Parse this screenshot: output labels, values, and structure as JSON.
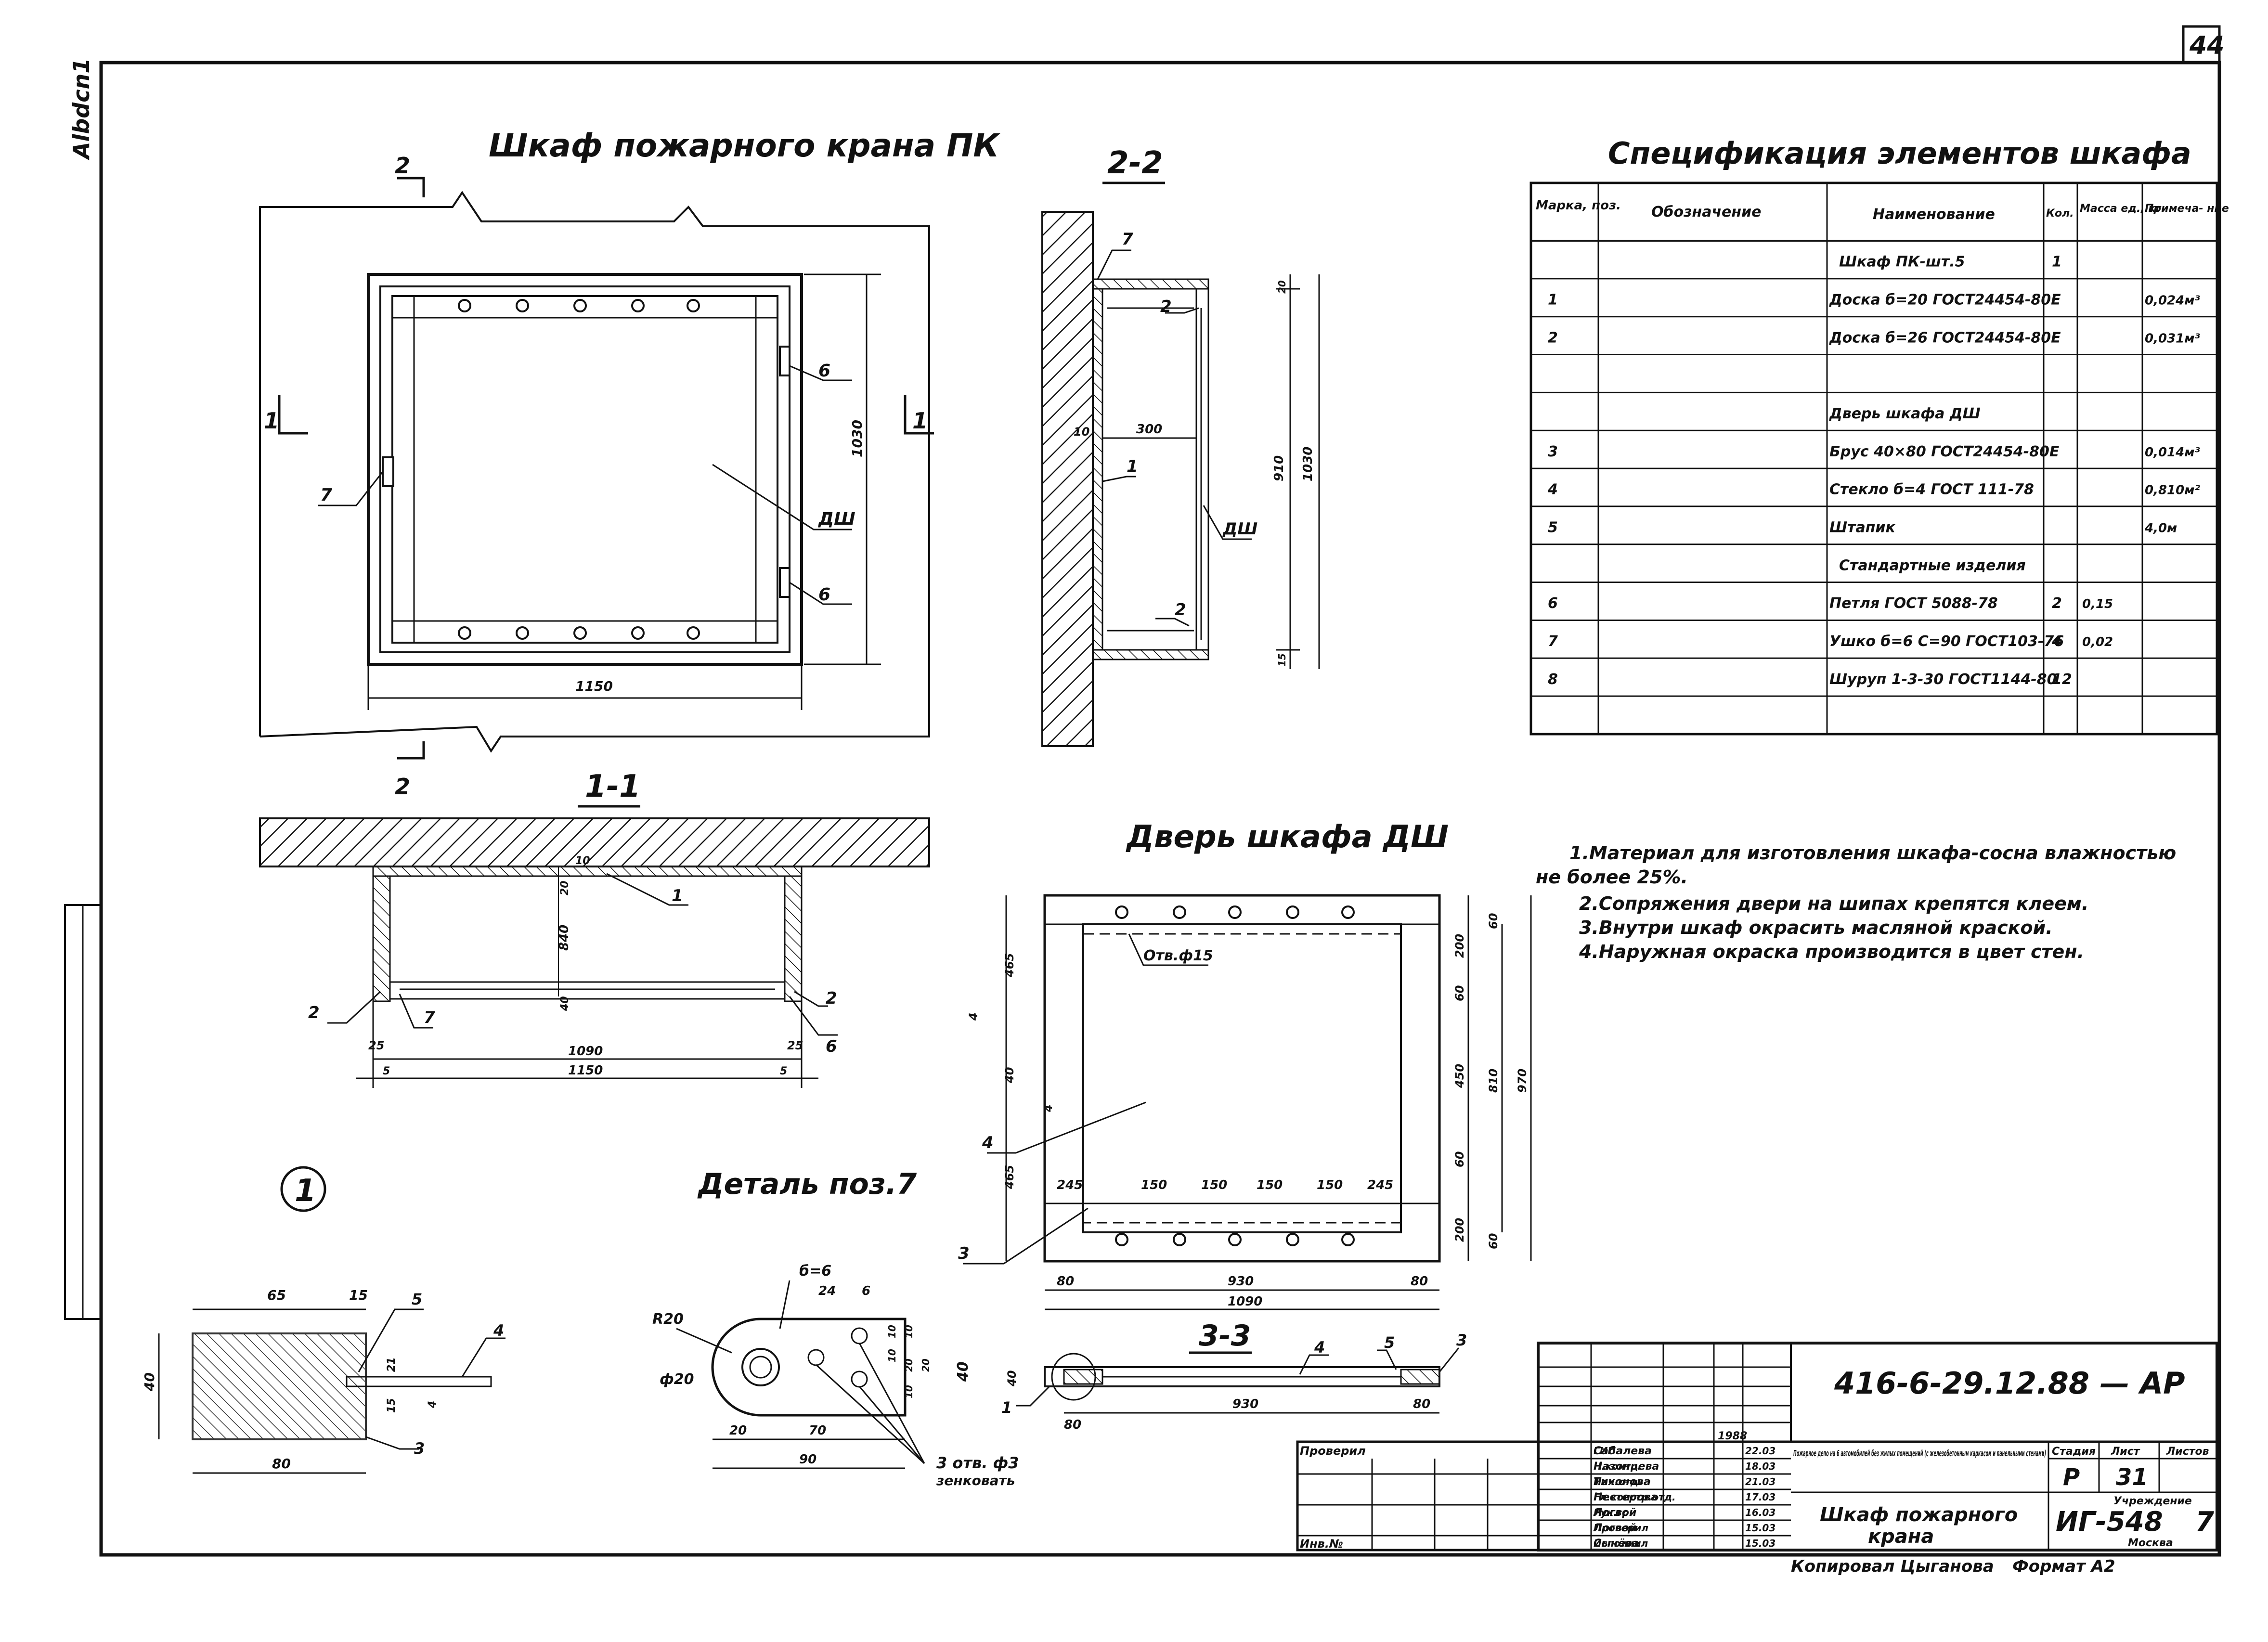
{
  "sheet_number": "44",
  "side_stamp": "Albdcn1",
  "views": {
    "main_title": "Шкаф пожарного крана ПК",
    "section_22": "2-2",
    "section_11": "1-1",
    "section_33": "3-3",
    "door_title": "Дверь шкафа ДШ",
    "detail_title": "Деталь поз.7",
    "detail_number": "1"
  },
  "cabinet_view": {
    "cut_mark": "2",
    "cut_mark_1": "1",
    "width": "1150",
    "height": "1030",
    "labels": [
      "6",
      "6",
      "7",
      "ДШ"
    ]
  },
  "section_22": {
    "labels": [
      "7",
      "2",
      "1",
      "2",
      "ДШ"
    ],
    "dims": [
      "300",
      "10",
      "910",
      "1030",
      "20",
      "15"
    ]
  },
  "section_11": {
    "dims": [
      "10",
      "20",
      "840",
      "40",
      "25",
      "1090",
      "25",
      "5",
      "1150",
      "5"
    ],
    "labels": [
      "1",
      "2",
      "7",
      "2",
      "6"
    ]
  },
  "door": {
    "hole_note": "Отв.ф15",
    "dims_left": [
      "465",
      "40",
      "465",
      "4",
      "4"
    ],
    "dims_right": [
      "200",
      "60",
      "450",
      "60",
      "200",
      "810",
      "60",
      "60",
      "970"
    ],
    "dims_bottom_spacing": [
      "245",
      "150",
      "150",
      "150",
      "150",
      "245"
    ],
    "dims_bottom": [
      "80",
      "930",
      "80",
      "1090"
    ],
    "labels": [
      "4",
      "3"
    ]
  },
  "section_33": {
    "labels": [
      "4",
      "5",
      "3",
      "1"
    ],
    "dims": [
      "40",
      "930",
      "80",
      "80"
    ]
  },
  "detail_1": {
    "dims": [
      "65",
      "15",
      "40",
      "21",
      "15",
      "4",
      "80"
    ],
    "labels": [
      "5",
      "4",
      "3"
    ]
  },
  "detail_7": {
    "dims": [
      "б=6",
      "24",
      "6",
      "R20",
      "ф20",
      "10",
      "10",
      "10",
      "20",
      "10",
      "20",
      "40",
      "20",
      "70",
      "90"
    ],
    "note": "3 отв. ф3",
    "note2": "зенковать"
  },
  "spec": {
    "title": "Спецификация элементов шкафа",
    "headers": [
      "Марка, поз.",
      "Обозначение",
      "Наименование",
      "Кол.",
      "Масса ед., кг",
      "Примеча- ние"
    ],
    "rows": [
      {
        "pos": "",
        "name": "Шкаф ПК-шт.5",
        "qty": "1",
        "mass": "",
        "note": ""
      },
      {
        "pos": "1",
        "name": "Доска б=20 ГОСТ24454-80Е",
        "qty": "",
        "mass": "",
        "note": "0,024м³"
      },
      {
        "pos": "2",
        "name": "Доска б=26 ГОСТ24454-80Е",
        "qty": "",
        "mass": "",
        "note": "0,031м³"
      },
      {
        "pos": "",
        "name": "",
        "qty": "",
        "mass": "",
        "note": ""
      },
      {
        "pos": "",
        "name": "Дверь шкафа ДШ",
        "qty": "",
        "mass": "",
        "note": ""
      },
      {
        "pos": "3",
        "name": "Брус 40×80 ГОСТ24454-80Е",
        "qty": "",
        "mass": "",
        "note": "0,014м³"
      },
      {
        "pos": "4",
        "name": "Стекло б=4 ГОСТ 111-78",
        "qty": "",
        "mass": "",
        "note": "0,810м²"
      },
      {
        "pos": "5",
        "name": "Штапик",
        "qty": "",
        "mass": "",
        "note": "4,0м"
      },
      {
        "pos": "",
        "name": "Стандартные изделия",
        "qty": "",
        "mass": "",
        "note": ""
      },
      {
        "pos": "6",
        "name": "Петля ГОСТ 5088-78",
        "qty": "2",
        "mass": "0,15",
        "note": ""
      },
      {
        "pos": "7",
        "name": "Ушко б=6 С=90 ГОСТ103-76",
        "qty": "4",
        "mass": "0,02",
        "note": ""
      },
      {
        "pos": "8",
        "name": "Шуруп 1-3-30 ГОСТ1144-80",
        "qty": "12",
        "mass": "",
        "note": ""
      },
      {
        "pos": "",
        "name": "",
        "qty": "",
        "mass": "",
        "note": ""
      }
    ]
  },
  "notes": [
    "1.Материал для изготовления шкафа-сосна влажностью",
    "не более 25%.",
    "2.Сопряжения двери на шипах крепятся клеем.",
    "3.Внутри шкаф окрасить масляной краской.",
    "4.Наружная окраска производится в цвет стен."
  ],
  "title_block": {
    "code": "416-6-29.12.88 — АР",
    "proveril": "Проверил",
    "inv": "Инв.№",
    "roles": [
      "ГИП",
      "Н.контр.",
      "Нач.отд.",
      "Гл.констр.отд.",
      "Рук.гр.",
      "Проверил",
      "Исполнил"
    ],
    "names": [
      "Сабалева",
      "Назонцева",
      "Тихонова",
      "Нестерова",
      "Логвой",
      "Логвой",
      "Сычёва"
    ],
    "dates": [
      "22.03",
      "18.03",
      "21.03",
      "17.03",
      "16.03",
      "15.03",
      "15.03"
    ],
    "year": "1988",
    "project_name": "Пожарное депо на 6 автомобилей без жилых помещений (с железобетонным каркасом и панельными стенами)",
    "sheet_title_1": "Шкаф пожарного",
    "sheet_title_2": "крана",
    "stage_h": "Стадия",
    "sheet_h": "Лист",
    "sheets_h": "Листов",
    "stage": "Р",
    "sheet": "31",
    "org_1": "Учреждение",
    "org_2": "ИГ-548",
    "org_3": "7",
    "org_4": "Москва",
    "copied": "Копировал Цыганова",
    "format": "Формат А2"
  }
}
